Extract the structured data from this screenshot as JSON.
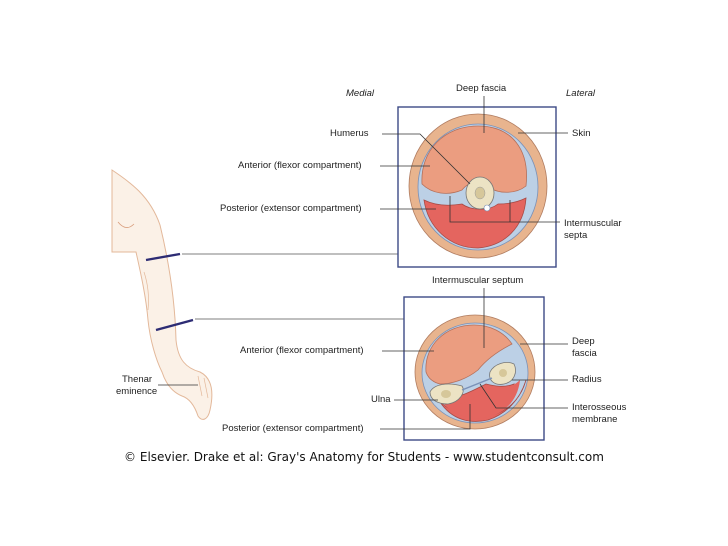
{
  "orientation": {
    "medial": "Medial",
    "lateral": "Lateral"
  },
  "upper_section": {
    "top_label": "Deep fascia",
    "left_labels": [
      "Humerus",
      "Anterior (flexor compartment)",
      "Posterior (extensor compartment)"
    ],
    "right_labels": [
      "Skin",
      "Intermuscular",
      "septa"
    ]
  },
  "lower_section": {
    "top_label": "Intermuscular septum",
    "left_labels": [
      "Anterior (flexor compartment)",
      "Ulna",
      "Posterior (extensor compartment)"
    ],
    "right_labels": [
      "Deep",
      "fascia",
      "Radius",
      "Interosseous",
      "membrane"
    ]
  },
  "arm": {
    "label_line1": "Thenar",
    "label_line2": "eminence"
  },
  "colors": {
    "panel_border": "#3d4a86",
    "skin": "#e8b48e",
    "flexor": "#eb9d80",
    "extensor": "#e4655f",
    "fascia": "#bcd0e6",
    "bone": "#ece3c4",
    "cut_line": "#2d2c74"
  },
  "footer": {
    "copyright": "© Elsevier. Drake et al: Gray's Anatomy for Students - www.studentconsult.com"
  }
}
